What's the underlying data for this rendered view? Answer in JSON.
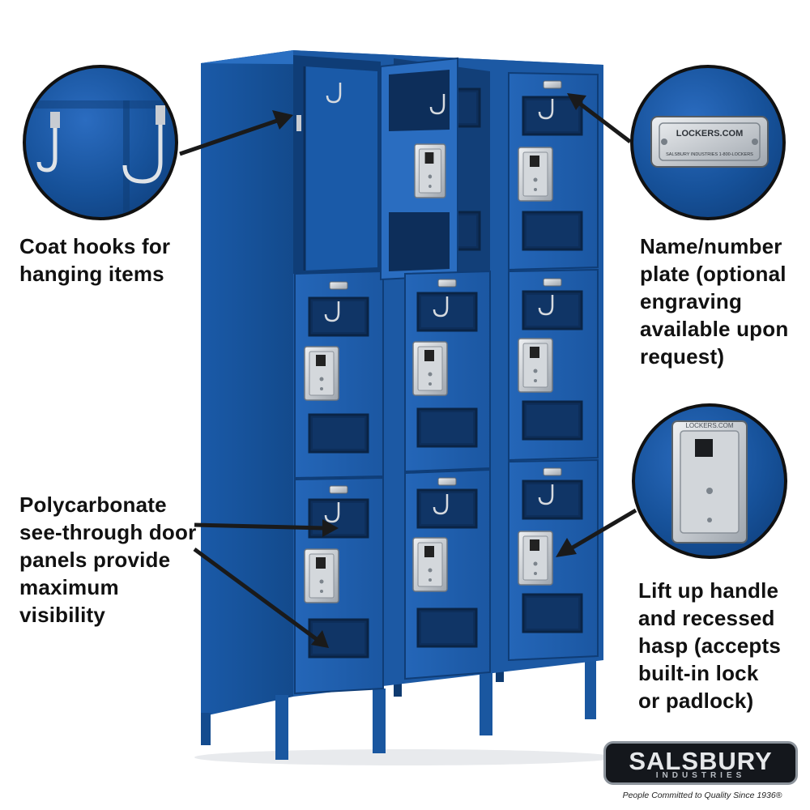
{
  "colors": {
    "locker_blue": "#1f5fae",
    "locker_dark": "#12417d",
    "steel": "#c8ccd2",
    "caption_text": "#111111"
  },
  "captions": {
    "coat_hooks": [
      "Coat hooks for",
      "hanging items"
    ],
    "name_plate": [
      "Name/number",
      "plate (optional",
      "engraving",
      "available upon",
      "request)"
    ],
    "polycarbonate": [
      "Polycarbonate",
      "see-through door",
      "panels provide",
      "maximum",
      "visibility"
    ],
    "handle": [
      "Lift up handle",
      "and recessed",
      "hasp (accepts",
      "built-in lock",
      "or padlock)"
    ]
  },
  "plate": {
    "top_text": "LOCKERS.COM",
    "bottom_text": "SALSBURY INDUSTRIES  1-800-LOCKERS"
  },
  "handle_plate_text": "LOCKERS.COM",
  "brand": {
    "name": "SALSBURY",
    "sub": "INDUSTRIES",
    "tagline": "People Committed to Quality Since 1936®"
  },
  "icons": {
    "hook": "coat-hook-icon",
    "plate": "name-plate-icon",
    "handle": "lift-handle-icon"
  }
}
